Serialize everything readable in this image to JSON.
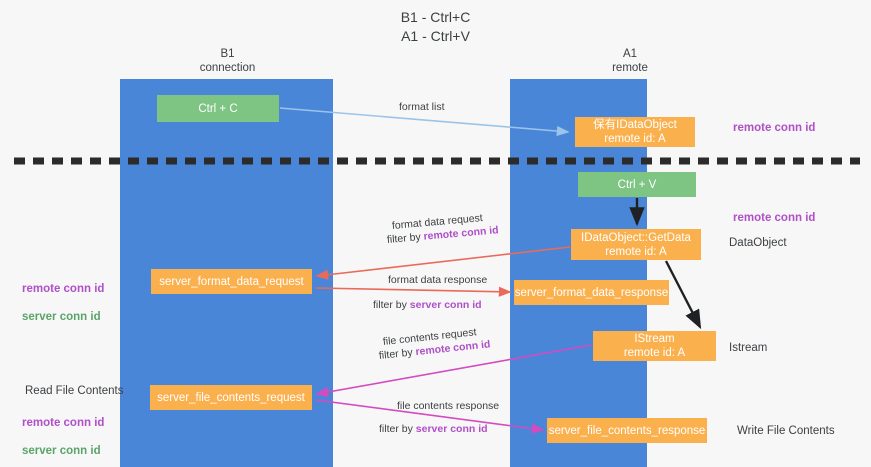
{
  "title": "B1 - Ctrl+C\nA1 - Ctrl+V",
  "columns": {
    "left": {
      "heading": "B1\nconnection"
    },
    "right": {
      "heading": "A1\nremote"
    }
  },
  "colors": {
    "lane": "#4a86d8",
    "green_box": "#7ec483",
    "orange_box": "#fbb04e",
    "purple_text": "#b04fc8",
    "green_text": "#5aa469",
    "dark_text": "#3c4043",
    "arrow_blue": "#9cc3e8",
    "arrow_red": "#ea6a5a",
    "arrow_magenta": "#d44bc0",
    "arrow_black": "#202124",
    "background": "#f7f7f7"
  },
  "boxes": {
    "ctrl_c": "Ctrl + C",
    "idataobject": "保有IDataObject\nremote id: A",
    "ctrl_v": "Ctrl + V",
    "getdata": "IDataObject::GetData\nremote id: A",
    "server_format_data_request": "server_format_data_request",
    "server_format_data_response": "server_format_data_response",
    "istream": "IStream\nremote id: A",
    "server_file_contents_request": "server_file_contents_request",
    "server_file_contents_response": "server_file_contents_response"
  },
  "edge_labels": {
    "format_list": "format list",
    "format_data_request": "format data request",
    "format_data_request_filter_prefix": "filter by ",
    "format_data_request_filter_key": "remote conn id",
    "format_data_response": "format data response",
    "format_data_response_filter_prefix": "filter by ",
    "format_data_response_filter_key": "server conn id",
    "file_contents_request": "file contents request",
    "file_contents_request_filter_prefix": "filter by ",
    "file_contents_request_filter_key": "remote conn id",
    "file_contents_response": "file contents response",
    "file_contents_response_filter_prefix": "filter by ",
    "file_contents_response_filter_key": "server conn id"
  },
  "side_labels": {
    "right_remote_conn_id_top": "remote conn id",
    "right_remote_conn_id_mid": "remote conn id",
    "right_dataobject": "DataObject",
    "right_istream": "Istream",
    "right_write_file_contents": "Write File Contents",
    "left_remote_conn_id": "remote conn id",
    "left_server_conn_id": "server conn id",
    "left_read_file_contents": "Read File Contents",
    "left_remote_conn_id_2": "remote conn id",
    "left_server_conn_id_2": "server conn id"
  }
}
